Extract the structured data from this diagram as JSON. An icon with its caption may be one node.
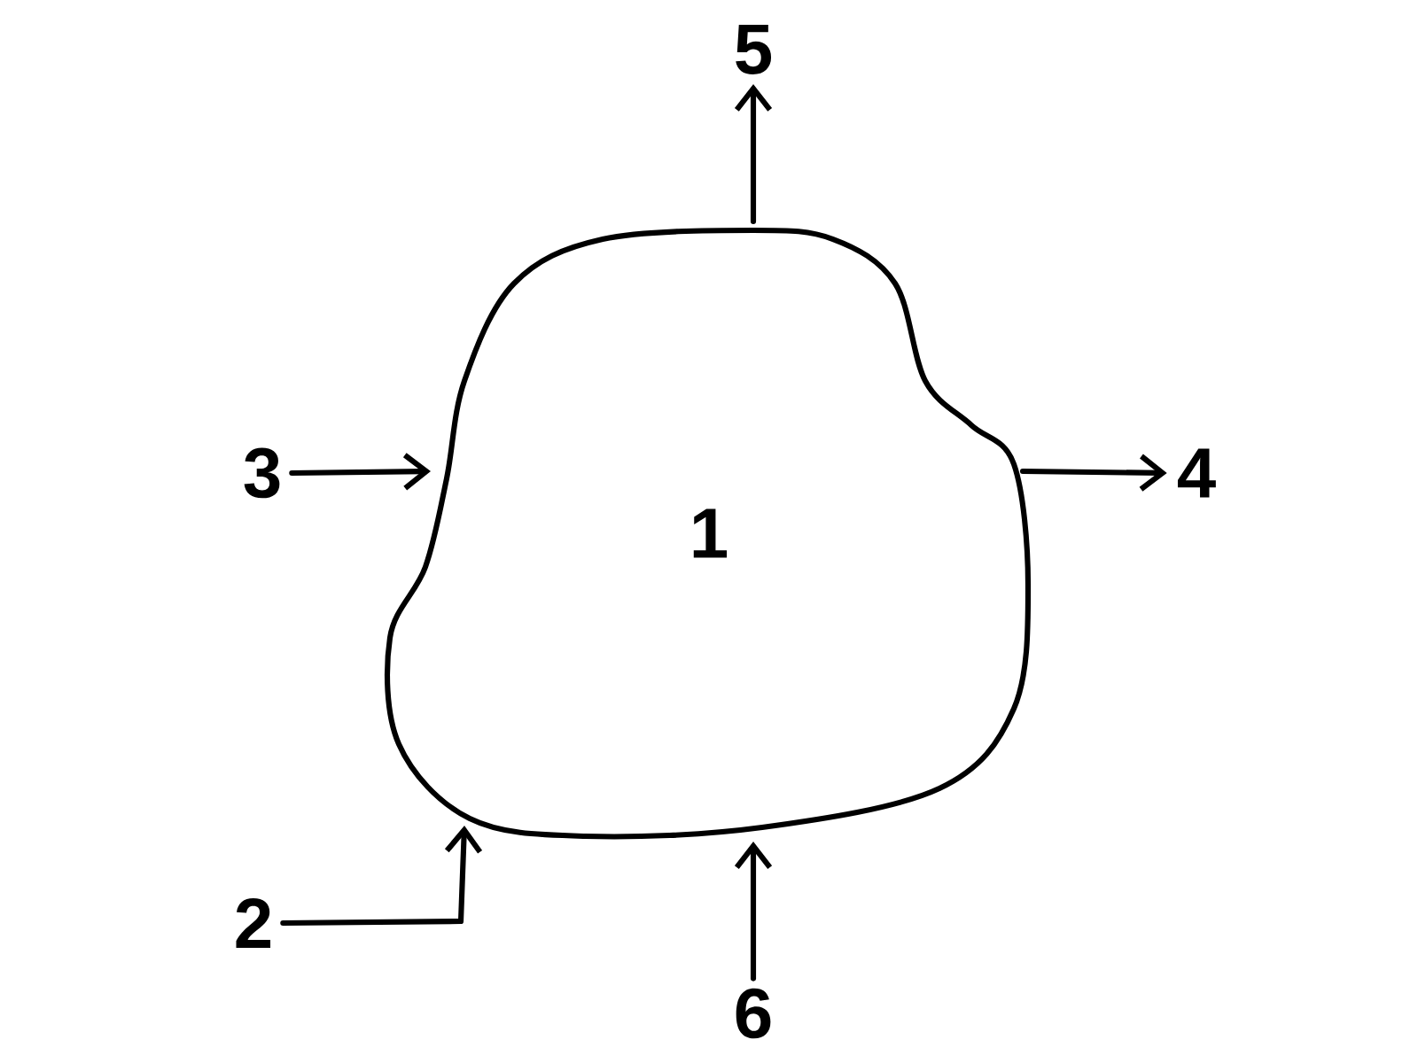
{
  "diagram": {
    "nodes": [
      {
        "text": [
          "1"
        ]
      },
      {
        "text": [
          "2"
        ]
      },
      {
        "text": [
          "3"
        ]
      },
      {
        "text": [
          "4"
        ]
      },
      {
        "text": [
          "5"
        ]
      },
      {
        "text": [
          "6"
        ]
      }
    ],
    "edges": [
      {
        "from": 1,
        "to": 0,
        "arrow": "to"
      },
      {
        "from": 2,
        "to": 0,
        "arrow": "to"
      },
      {
        "from": 0,
        "to": 3,
        "arrow": "to"
      },
      {
        "from": 0,
        "to": 4,
        "arrow": "to"
      },
      {
        "from": 5,
        "to": 0,
        "arrow": "to"
      }
    ]
  }
}
